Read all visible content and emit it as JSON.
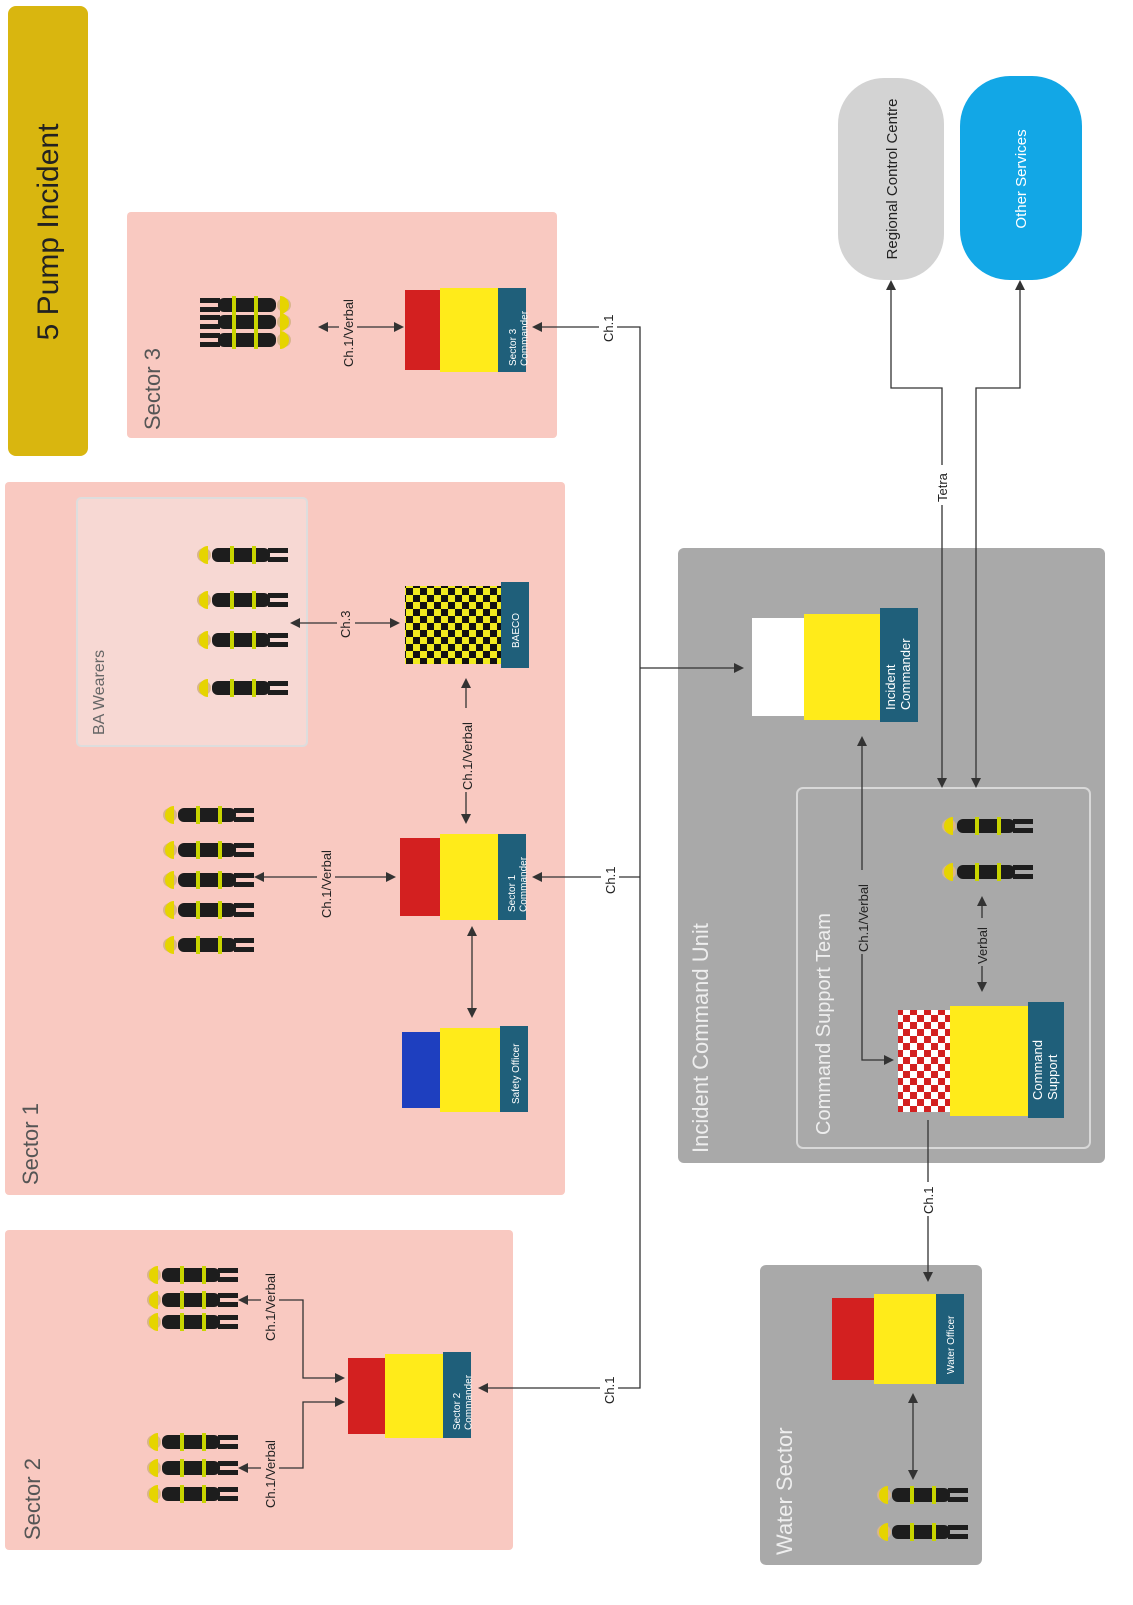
{
  "title": "5 Pump Incident",
  "sectors": {
    "sector1": "Sector 1",
    "sector2": "Sector 2",
    "sector3": "Sector 3",
    "ba_wearers": "BA Wearers",
    "water": "Water Sector",
    "icu": "Incident Command Unit",
    "cst": "Command Support Team"
  },
  "roles": {
    "sector1_commander": "Sector 1\nCommander",
    "sector2_commander": "Sector 2\nCommander",
    "sector3_commander": "Sector 3\nCommander",
    "baeco": "BAECO",
    "safety_officer": "Safety Officer",
    "incident_commander": "Incident\nCommander",
    "command_support": "Command\nSupport",
    "water_officer": "Water Officer"
  },
  "external": {
    "regional_control": "Regional Control Centre",
    "other_services": "Other Services"
  },
  "links": {
    "ch1": "Ch.1",
    "ch3": "Ch.3",
    "ch1_verbal": "Ch.1/Verbal",
    "verbal": "Verbal",
    "tetra": "Tetra"
  },
  "colors": {
    "sector_bg": "#f9c9c1",
    "command_bg": "#a9a9a9",
    "title_bg": "#d9b60f",
    "label_tag": "#1f5f7a",
    "vest_yellow": "#ffeb1a",
    "vest_red": "#d32020",
    "vest_blue": "#1e3fbf",
    "regional_bg": "#d3d3d3",
    "other_bg": "#12a7e6"
  }
}
